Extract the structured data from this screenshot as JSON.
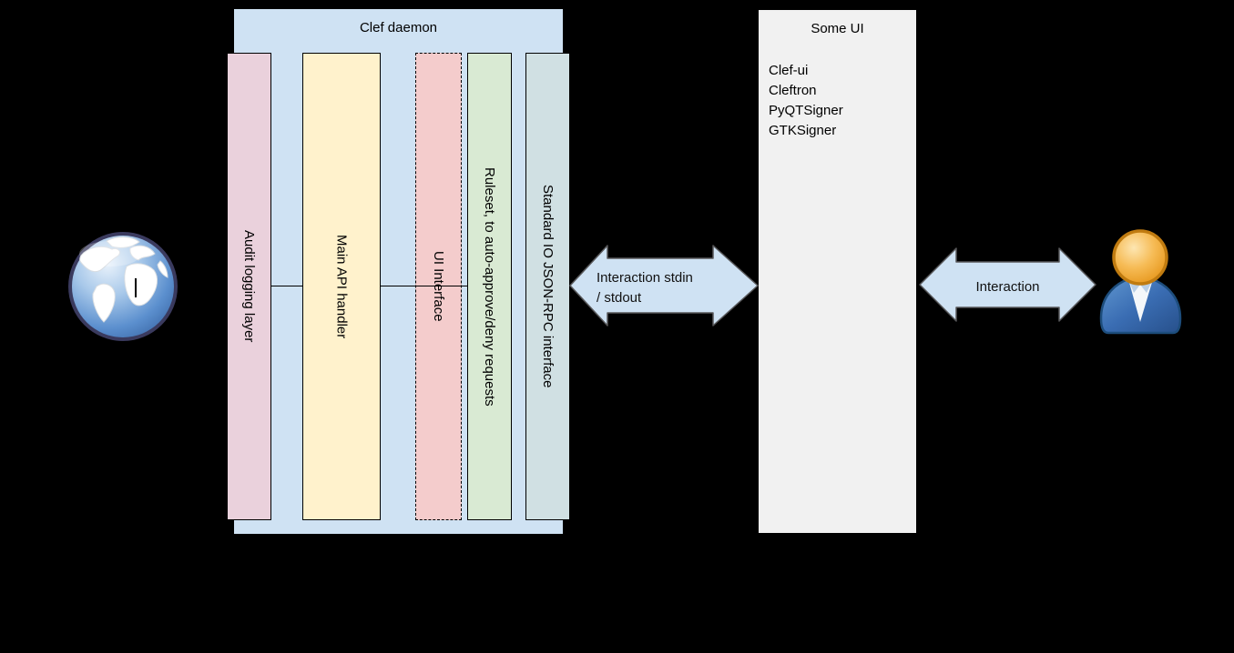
{
  "diagram": {
    "background_color": "#000000",
    "clef_daemon": {
      "title": "Clef daemon",
      "fill": "#cfe2f3",
      "layers": [
        {
          "label": "Audit logging layer",
          "fill": "#ead1dc",
          "border_style": "solid"
        },
        {
          "label": "Main API handler",
          "fill": "#fff2cc",
          "border_style": "solid"
        },
        {
          "label": "UI Interface",
          "fill": "#f4cccc",
          "border_style": "dashed"
        },
        {
          "label": "Ruleset, to auto-approve/deny requests",
          "fill": "#d9ead3",
          "border_style": "solid"
        },
        {
          "label": "Standard IO JSON-RPC interface",
          "fill": "#d0e0e3",
          "border_style": "solid"
        }
      ]
    },
    "some_ui": {
      "title": "Some UI",
      "fill": "#f1f1f1",
      "items": [
        "Clef-ui",
        "Cleftron",
        "PyQTSigner",
        "GTKSigner"
      ]
    },
    "arrows": {
      "stdio": {
        "label_line1": "Interaction stdin",
        "label_line2": "/ stdout",
        "fill": "#cfe2f3",
        "stroke": "#58585a",
        "direction": "bidirectional"
      },
      "user": {
        "label": "Interaction",
        "fill": "#cfe2f3",
        "stroke": "#58585a",
        "direction": "bidirectional"
      }
    },
    "icons": {
      "left": "globe-icon",
      "right": "user-icon"
    }
  }
}
